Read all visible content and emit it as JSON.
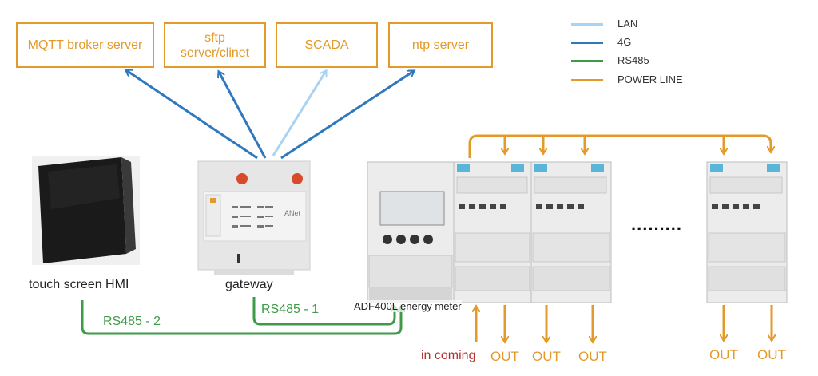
{
  "servers": {
    "mqtt": "MQTT broker server",
    "sftp": "sftp\nserver/clinet",
    "scada": "SCADA",
    "ntp": "ntp server"
  },
  "legend": [
    {
      "label": "LAN",
      "color": "#a9d3f2"
    },
    {
      "label": "4G",
      "color": "#2f78bd"
    },
    {
      "label": "RS485",
      "color": "#3f9b47"
    },
    {
      "label": "POWER LINE",
      "color": "#e39a2a"
    }
  ],
  "devices": {
    "hmi": "touch screen HMI",
    "gateway": "gateway",
    "gateway_brand": "ANet",
    "meter_brand": "ADF400L energy meter"
  },
  "links": {
    "rs485_1": "RS485 - 1",
    "rs485_2": "RS485 - 2"
  },
  "power": {
    "incoming": "in coming",
    "out": "OUT",
    "ellipsis": "........."
  },
  "colors": {
    "orange": "#e39a2a",
    "blue": "#2f78bd",
    "lightblue": "#a9d3f2",
    "green": "#3f9b47",
    "red": "#b03030"
  }
}
